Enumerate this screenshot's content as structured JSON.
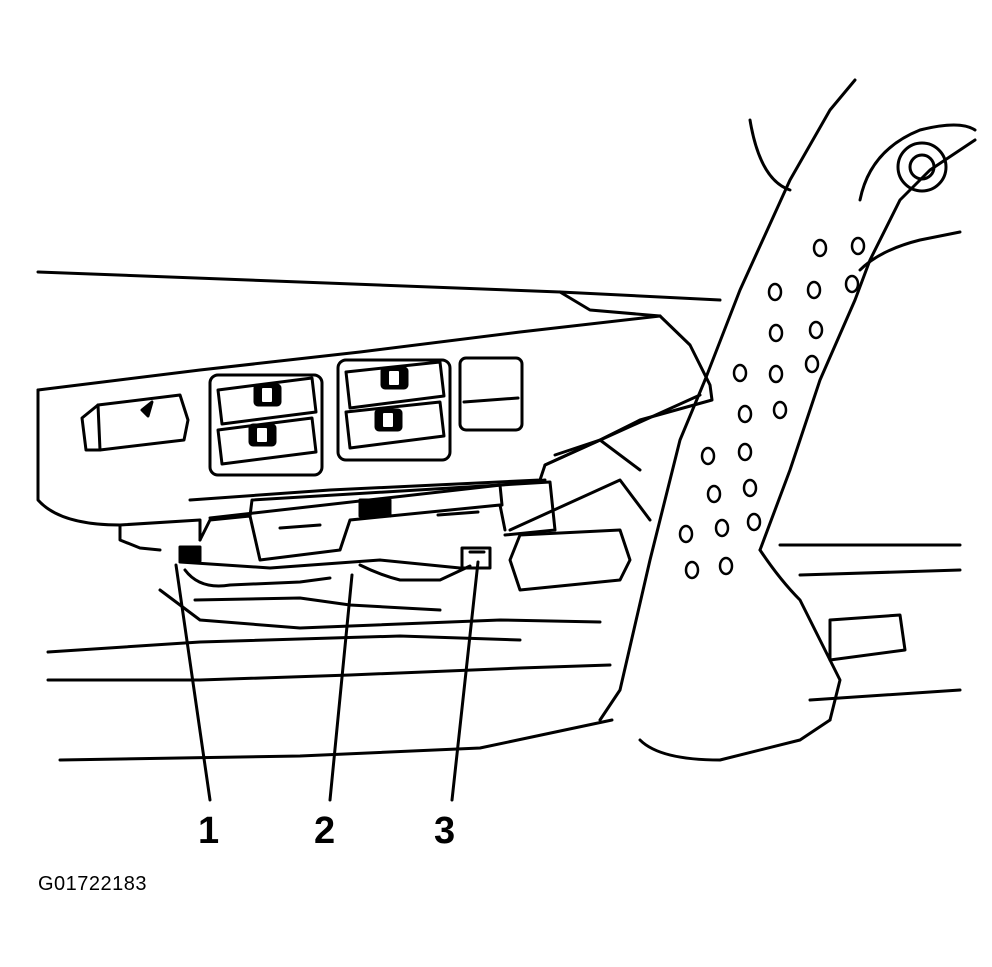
{
  "callouts": [
    {
      "number": "1"
    },
    {
      "number": "2"
    },
    {
      "number": "3"
    }
  ],
  "figure_id": "G01722183",
  "colors": {
    "ink": "#000000",
    "paper": "#ffffff"
  }
}
